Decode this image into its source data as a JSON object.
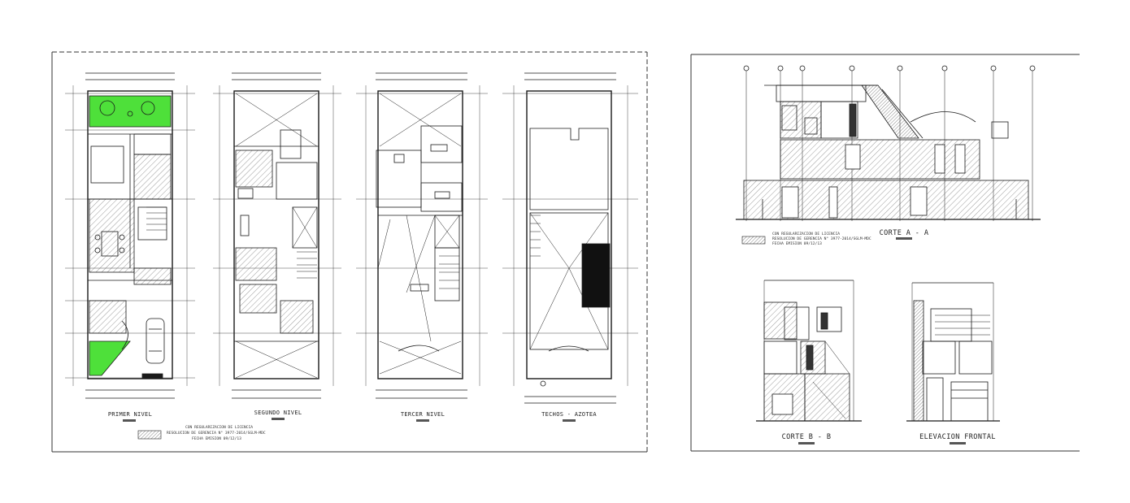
{
  "sheet_left": {
    "plans": [
      {
        "title": "PRIMER NIVEL"
      },
      {
        "title": "SEGUNDO NIVEL"
      },
      {
        "title": "TERCER NIVEL"
      },
      {
        "title": "TECHOS - AZOTEA"
      }
    ],
    "note_lines": [
      "CON REGULARIZACION DE LICENCIA",
      "RESOLUCION DE GERENCIA N° 3977-2014/SGLM-MDC",
      "FECHA EMISION 09/12/13"
    ]
  },
  "sheet_right": {
    "sections": [
      {
        "title": "CORTE A - A"
      },
      {
        "title": "CORTE B - B"
      },
      {
        "title": "ELEVACION FRONTAL"
      }
    ],
    "note_lines": [
      "CON REGULARIZACION DE LICENCIA",
      "RESOLUCION DE GERENCIA N° 3977-2014/SGLM-MDC",
      "FECHA EMISION 09/12/13"
    ]
  },
  "colors": {
    "line": "#1a1a1a",
    "grass": "#4ee03a",
    "paper": "#ffffff"
  }
}
